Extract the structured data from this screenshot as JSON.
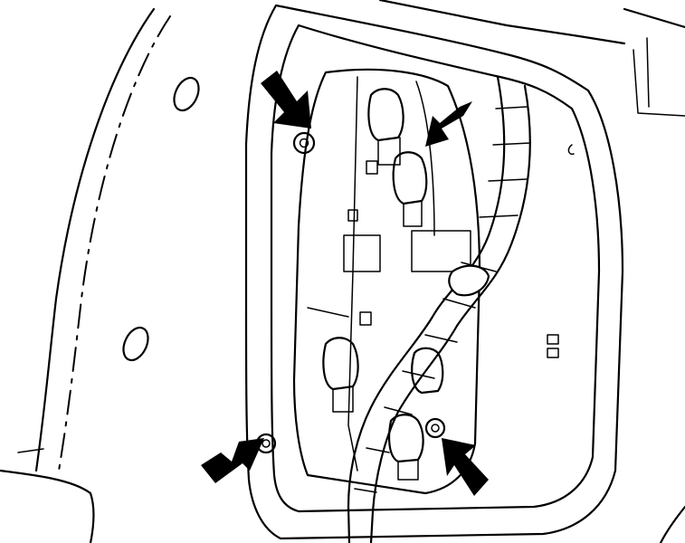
{
  "diagram": {
    "subject": "rear-lamp-housing-mounting",
    "callouts": [
      {
        "target": "upper-left-nut",
        "dir": "down-right"
      },
      {
        "target": "upper-right-bulb-holder",
        "dir": "down-left"
      },
      {
        "target": "lower-left-nut",
        "dir": "up-right"
      },
      {
        "target": "lower-right-nut",
        "dir": "up-left"
      }
    ],
    "colors": {
      "ink": "#000000",
      "paper": "#ffffff"
    }
  }
}
